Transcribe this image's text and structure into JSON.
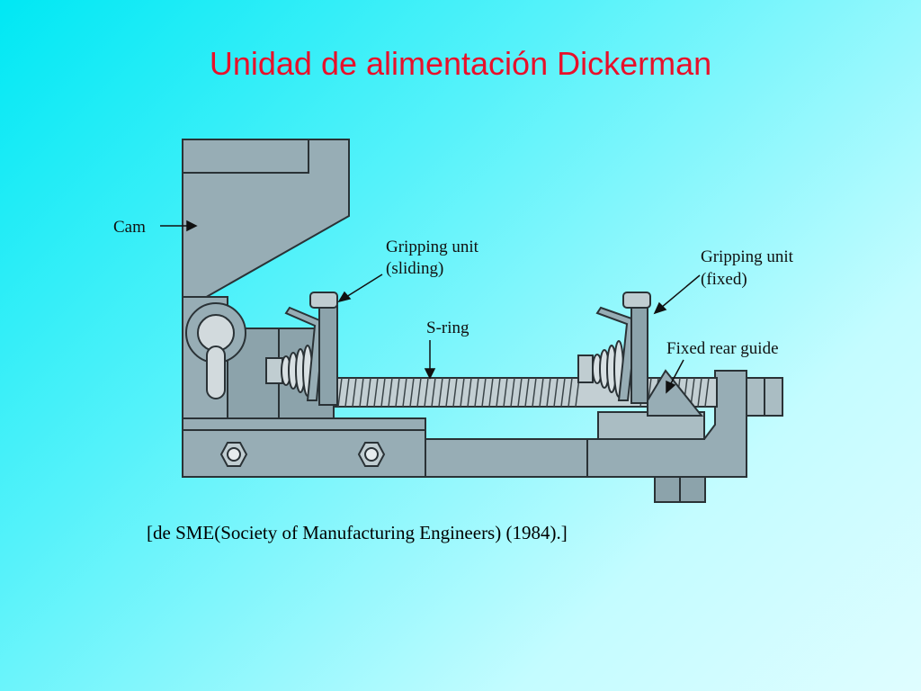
{
  "slide": {
    "title": "Unidad de alimentación Dickerman",
    "caption": "[de SME(Society of Manufacturing Engineers) (1984).]"
  },
  "diagram": {
    "labels": {
      "cam": "Cam",
      "gripping_sliding_line1": "Gripping unit",
      "gripping_sliding_line2": "(sliding)",
      "s_ring": "S-ring",
      "gripping_fixed_line1": "Gripping unit",
      "gripping_fixed_line2": "(fixed)",
      "fixed_rear_guide": "Fixed rear guide"
    },
    "colors": {
      "part_fill": "#97adb5",
      "part_dark": "#6f8a94",
      "outline": "#2a3236",
      "title_red": "#e8102a"
    }
  }
}
